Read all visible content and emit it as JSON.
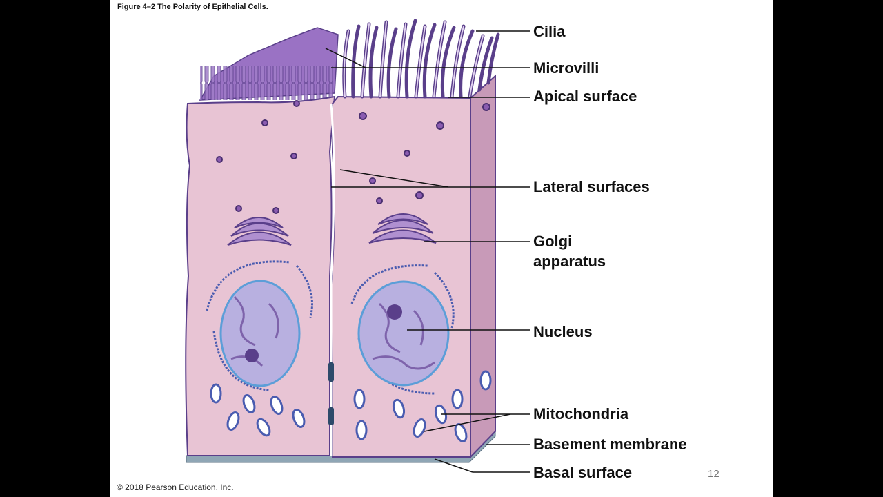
{
  "figure_title": "Figure 4–2 The Polarity of Epithelial Cells.",
  "copyright": "© 2018 Pearson Education, Inc.",
  "page_number": "12",
  "labels": {
    "cilia": "Cilia",
    "microvilli": "Microvilli",
    "apical_surface": "Apical surface",
    "lateral_surfaces": "Lateral surfaces",
    "golgi_line1": "Golgi",
    "golgi_line2": "apparatus",
    "nucleus": "Nucleus",
    "mitochondria": "Mitochondria",
    "basement_membrane": "Basement membrane",
    "basal_surface": "Basal surface"
  },
  "colors": {
    "slide_background": "#ffffff",
    "cell_cytoplasm": "#e8c4d4",
    "cell_side_face": "#c89ab8",
    "membrane_outline": "#5a3f8a",
    "nucleus_fill": "#b8b0e0",
    "nucleus_border": "#5c9ed8",
    "chromatin": "#6b4a9a",
    "basement_membrane": "#8fa6b5",
    "mitochondria_fill": "#ffffff",
    "mitochondria_border": "#4a5cb0"
  }
}
